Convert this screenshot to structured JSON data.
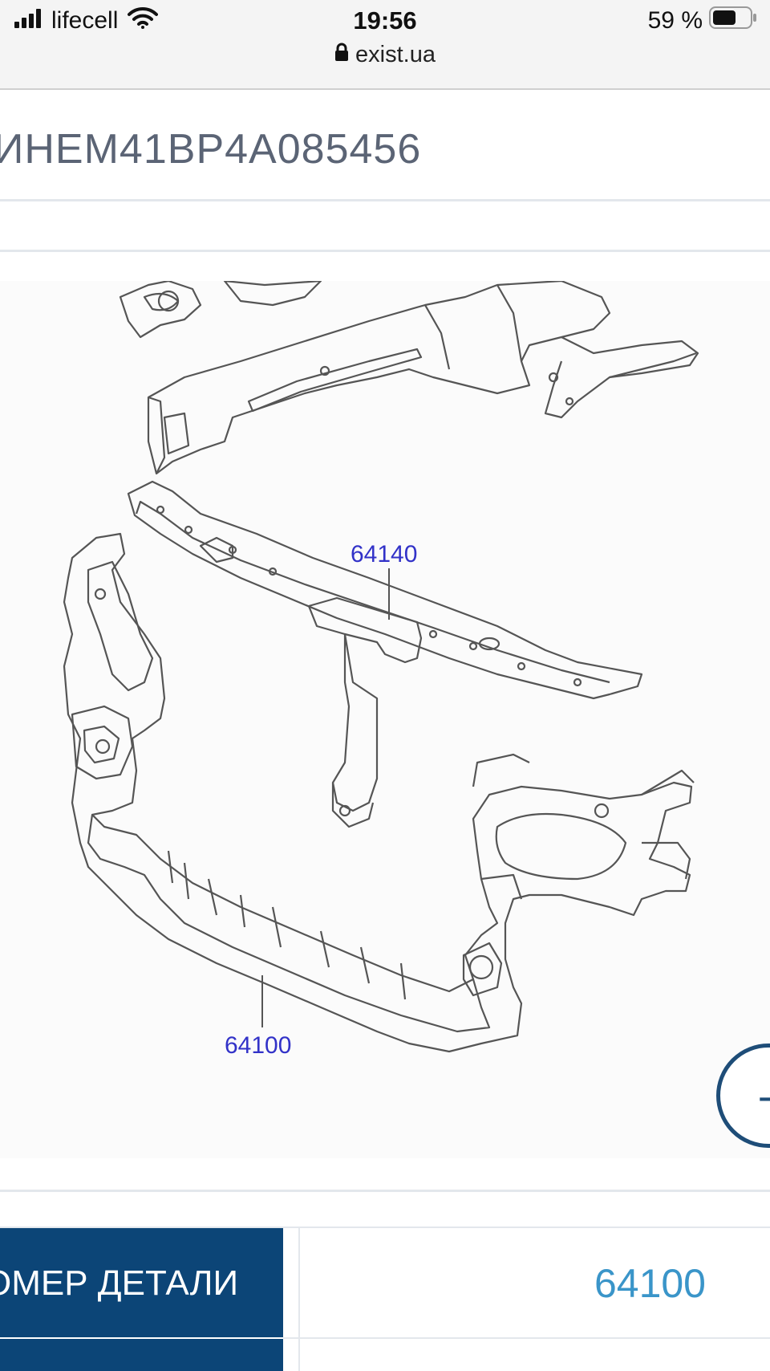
{
  "status_bar": {
    "carrier": "lifecell",
    "time": "19:56",
    "battery": "59 %",
    "url": "exist.ua",
    "icons": [
      "signal-icon",
      "wifi-icon",
      "battery-icon",
      "lock-icon"
    ]
  },
  "vin": "ИНЕМ41ВР4А085456",
  "diagram": {
    "callouts": {
      "upper": "64140",
      "lower": "64100"
    },
    "line_color": "#555555",
    "label_color": "#3232c8"
  },
  "zoom_icon": "plus-icon",
  "table": {
    "header": "ОМЕР ДЕТАЛИ",
    "value": "64100",
    "header_bg": "#0c4577",
    "value_color": "#3a95c9"
  }
}
